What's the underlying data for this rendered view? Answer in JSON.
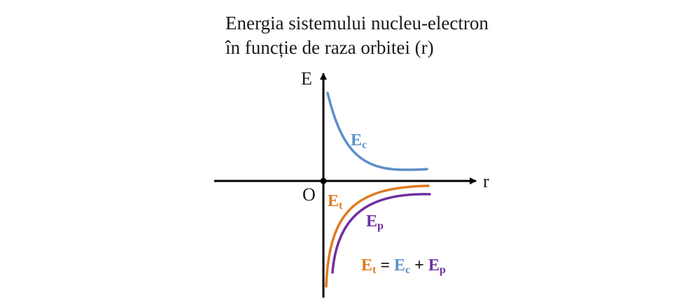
{
  "title": {
    "line1": "Energia sistemului nucleu-electron",
    "line2": "în funcție de raza orbitei (r)"
  },
  "axes": {
    "y_label": "E",
    "x_label": "r",
    "origin_label": "O"
  },
  "curves": {
    "kinetic": {
      "symbol": "E",
      "subscript": "c",
      "color": "#5b8fcb"
    },
    "total": {
      "symbol": "E",
      "subscript": "t",
      "color": "#e07a1f"
    },
    "potential": {
      "symbol": "E",
      "subscript": "p",
      "color": "#7030a0"
    }
  },
  "formula": {
    "lhs": {
      "symbol": "E",
      "subscript": "t"
    },
    "eq": "=",
    "term1": {
      "symbol": "E",
      "subscript": "c"
    },
    "plus": "+",
    "term2": {
      "symbol": "E",
      "subscript": "p"
    }
  }
}
